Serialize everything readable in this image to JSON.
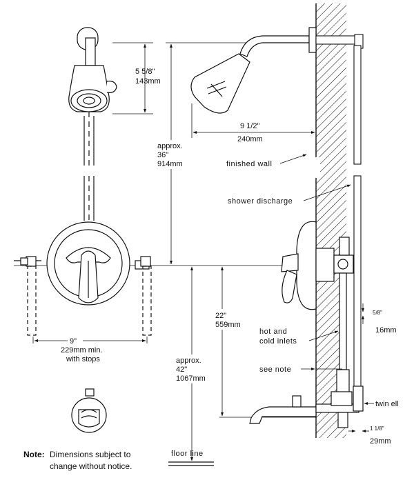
{
  "dimensions": {
    "showerhead_height": {
      "imperial": "5 5/8\"",
      "metric": "143mm"
    },
    "arm_reach": {
      "imperial": "9 1/2\"",
      "metric": "240mm"
    },
    "valve_to_head": {
      "prefix": "approx.",
      "imperial": "36\"",
      "metric": "914mm"
    },
    "valve_to_spout": {
      "imperial": "22\"",
      "metric": "559mm"
    },
    "valve_to_floor": {
      "prefix": "approx.",
      "imperial": "42\"",
      "metric": "1067mm"
    },
    "inlet_spacing": {
      "imperial": "9\"",
      "metric": "229mm min.",
      "qualifier": "with stops"
    },
    "wall_depth": {
      "imperial": "5/8\"",
      "metric": "16mm"
    },
    "spout_depth": {
      "imperial": "1 1/8\"",
      "metric": "29mm"
    }
  },
  "callouts": {
    "finished_wall": "finished wall",
    "shower_discharge": "shower discharge",
    "hot_cold_line1": "hot and",
    "hot_cold_line2": "cold inlets",
    "see_note": "see note",
    "twin_ell": "twin ell",
    "floor_line": "floor line"
  },
  "note": {
    "label": "Note:",
    "line1": "Dimensions subject to",
    "line2": "change without notice."
  }
}
